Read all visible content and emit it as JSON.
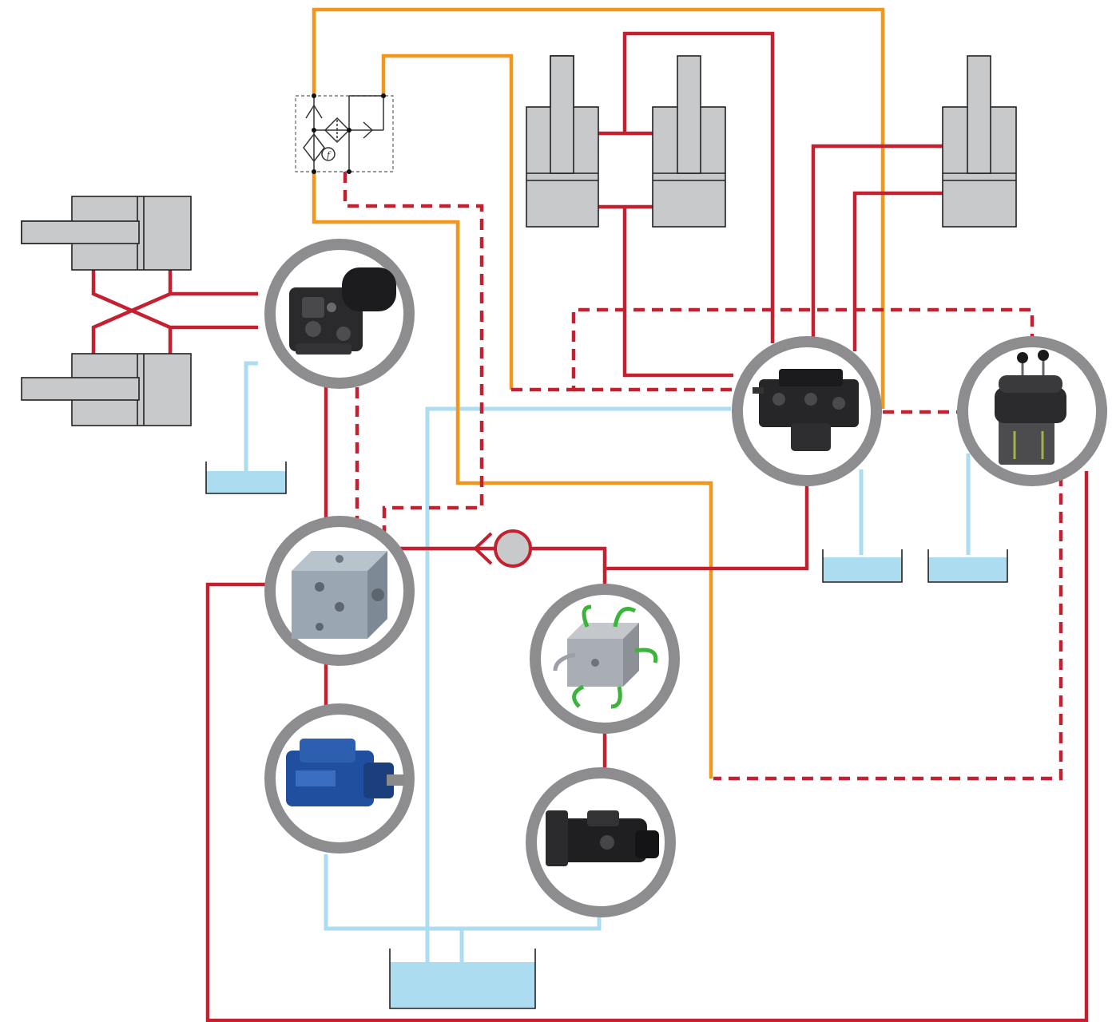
{
  "colors": {
    "pressure_line": "#c4202f",
    "pilot_line_dashed": "#c4202f",
    "supply_line": "#f2961c",
    "return_line": "#abdcef",
    "component_ring": "#8d8d8f",
    "cylinder_fill": "#c8c9ca",
    "tank_fluid": "#abdcef"
  },
  "symbols": {
    "filter_block_label": "f"
  },
  "components": [
    {
      "name": "steering-unit",
      "icon": "orbitrol-steering-unit-icon"
    },
    {
      "name": "priority-valve-block",
      "icon": "manifold-block-icon"
    },
    {
      "name": "variable-piston-pump",
      "icon": "piston-pump-icon"
    },
    {
      "name": "directional-control-valve",
      "icon": "sectional-valve-icon"
    },
    {
      "name": "joystick-pilot-control",
      "icon": "joystick-icon"
    },
    {
      "name": "cartridge-valve-manifold",
      "icon": "manifold-with-hoses-icon"
    },
    {
      "name": "gear-pump",
      "icon": "gear-pump-icon"
    },
    {
      "name": "check-valve",
      "icon": "check-valve-icon"
    }
  ]
}
